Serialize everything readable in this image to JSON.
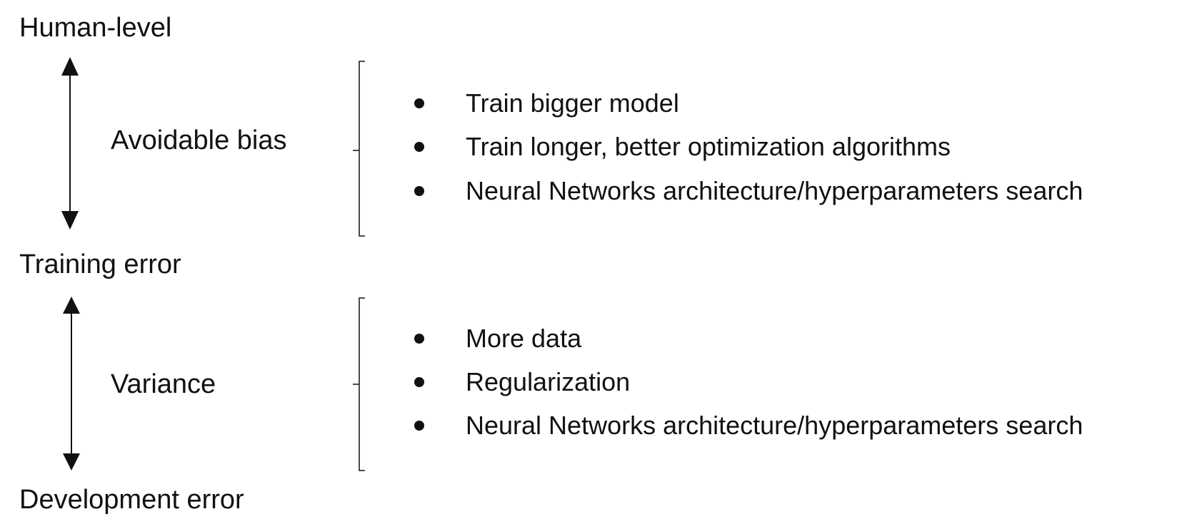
{
  "levels": {
    "human": "Human-level",
    "training": "Training error",
    "development": "Development error"
  },
  "gaps": {
    "bias": {
      "label": "Avoidable bias",
      "tips": [
        "Train bigger model",
        "Train longer, better optimization algorithms",
        "Neural Networks architecture/hyperparameters search"
      ]
    },
    "variance": {
      "label": "Variance",
      "tips": [
        "More data",
        "Regularization",
        "Neural Networks architecture/hyperparameters search"
      ]
    }
  }
}
